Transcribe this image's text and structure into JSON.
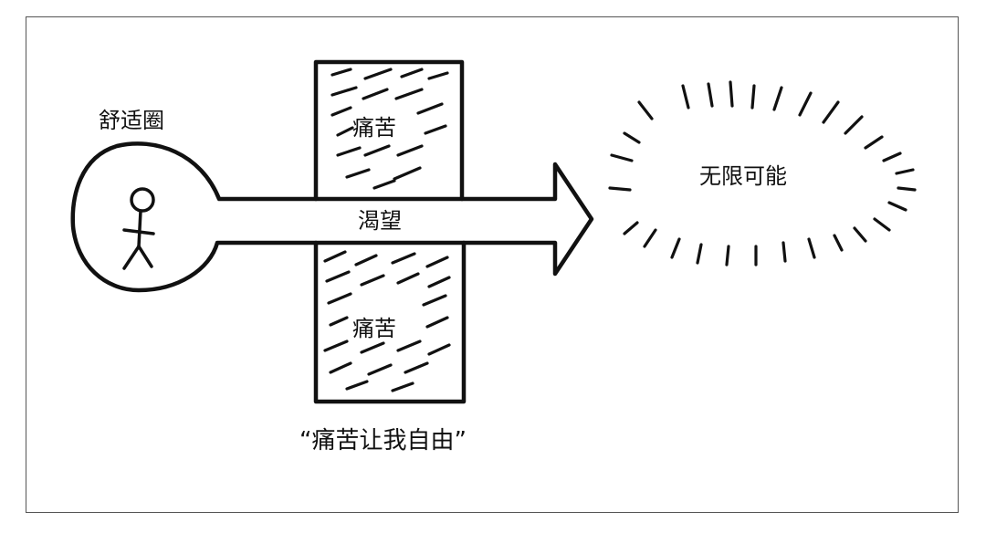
{
  "labels": {
    "comfort_zone": "舒适圈",
    "pain_top": "痛苦",
    "desire": "渴望",
    "pain_bottom": "痛苦",
    "infinite_possibilities": "无限可能",
    "caption": "“痛苦让我自由”"
  },
  "icons": {
    "person": "stick-figure-icon",
    "burst": "radiating-burst-icon"
  },
  "colors": {
    "ink": "#111111",
    "frame": "#555555",
    "background": "#ffffff"
  }
}
